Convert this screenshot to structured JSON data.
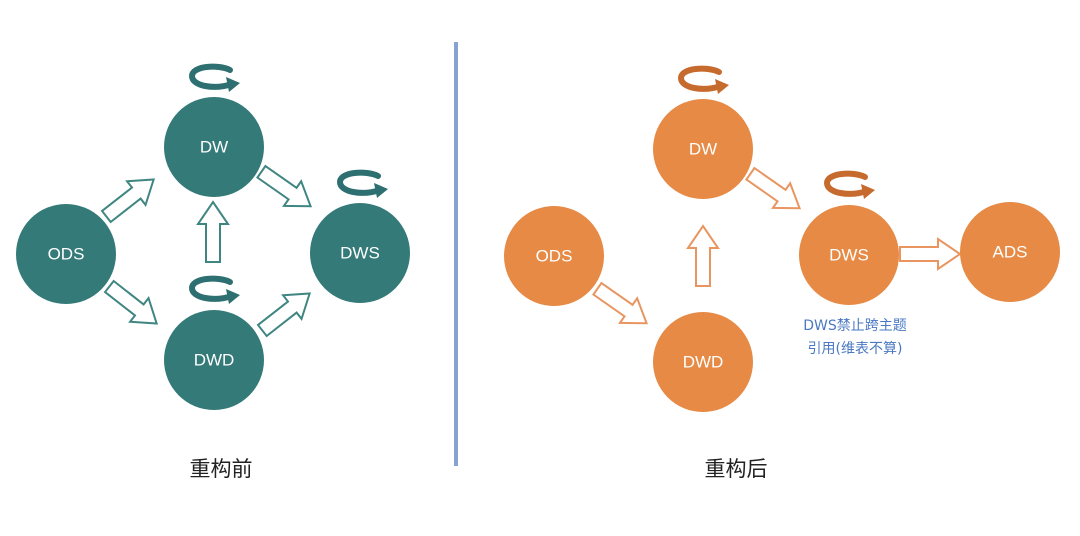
{
  "colors": {
    "before_node": "#347a78",
    "before_arrow_stroke": "#3f8682",
    "before_loop": "#2e6f71",
    "after_node": "#e68a45",
    "after_arrow_stroke": "#e89560",
    "after_loop": "#c76a2e",
    "divider": "#7393c9",
    "note": "#4a78c2"
  },
  "before": {
    "caption": "重构前",
    "nodes": {
      "ods": "ODS",
      "dw": "DW",
      "dwd": "DWD",
      "dws": "DWS"
    }
  },
  "after": {
    "caption": "重构后",
    "nodes": {
      "ods": "ODS",
      "dw": "DW",
      "dwd": "DWD",
      "dws": "DWS",
      "ads": "ADS"
    },
    "note": {
      "line1": "DWS禁止跨主题",
      "line2": "引用(维表不算)"
    }
  },
  "icons": {
    "self_loop": "circular-arrow-icon",
    "flow": "hollow-arrow-icon"
  }
}
